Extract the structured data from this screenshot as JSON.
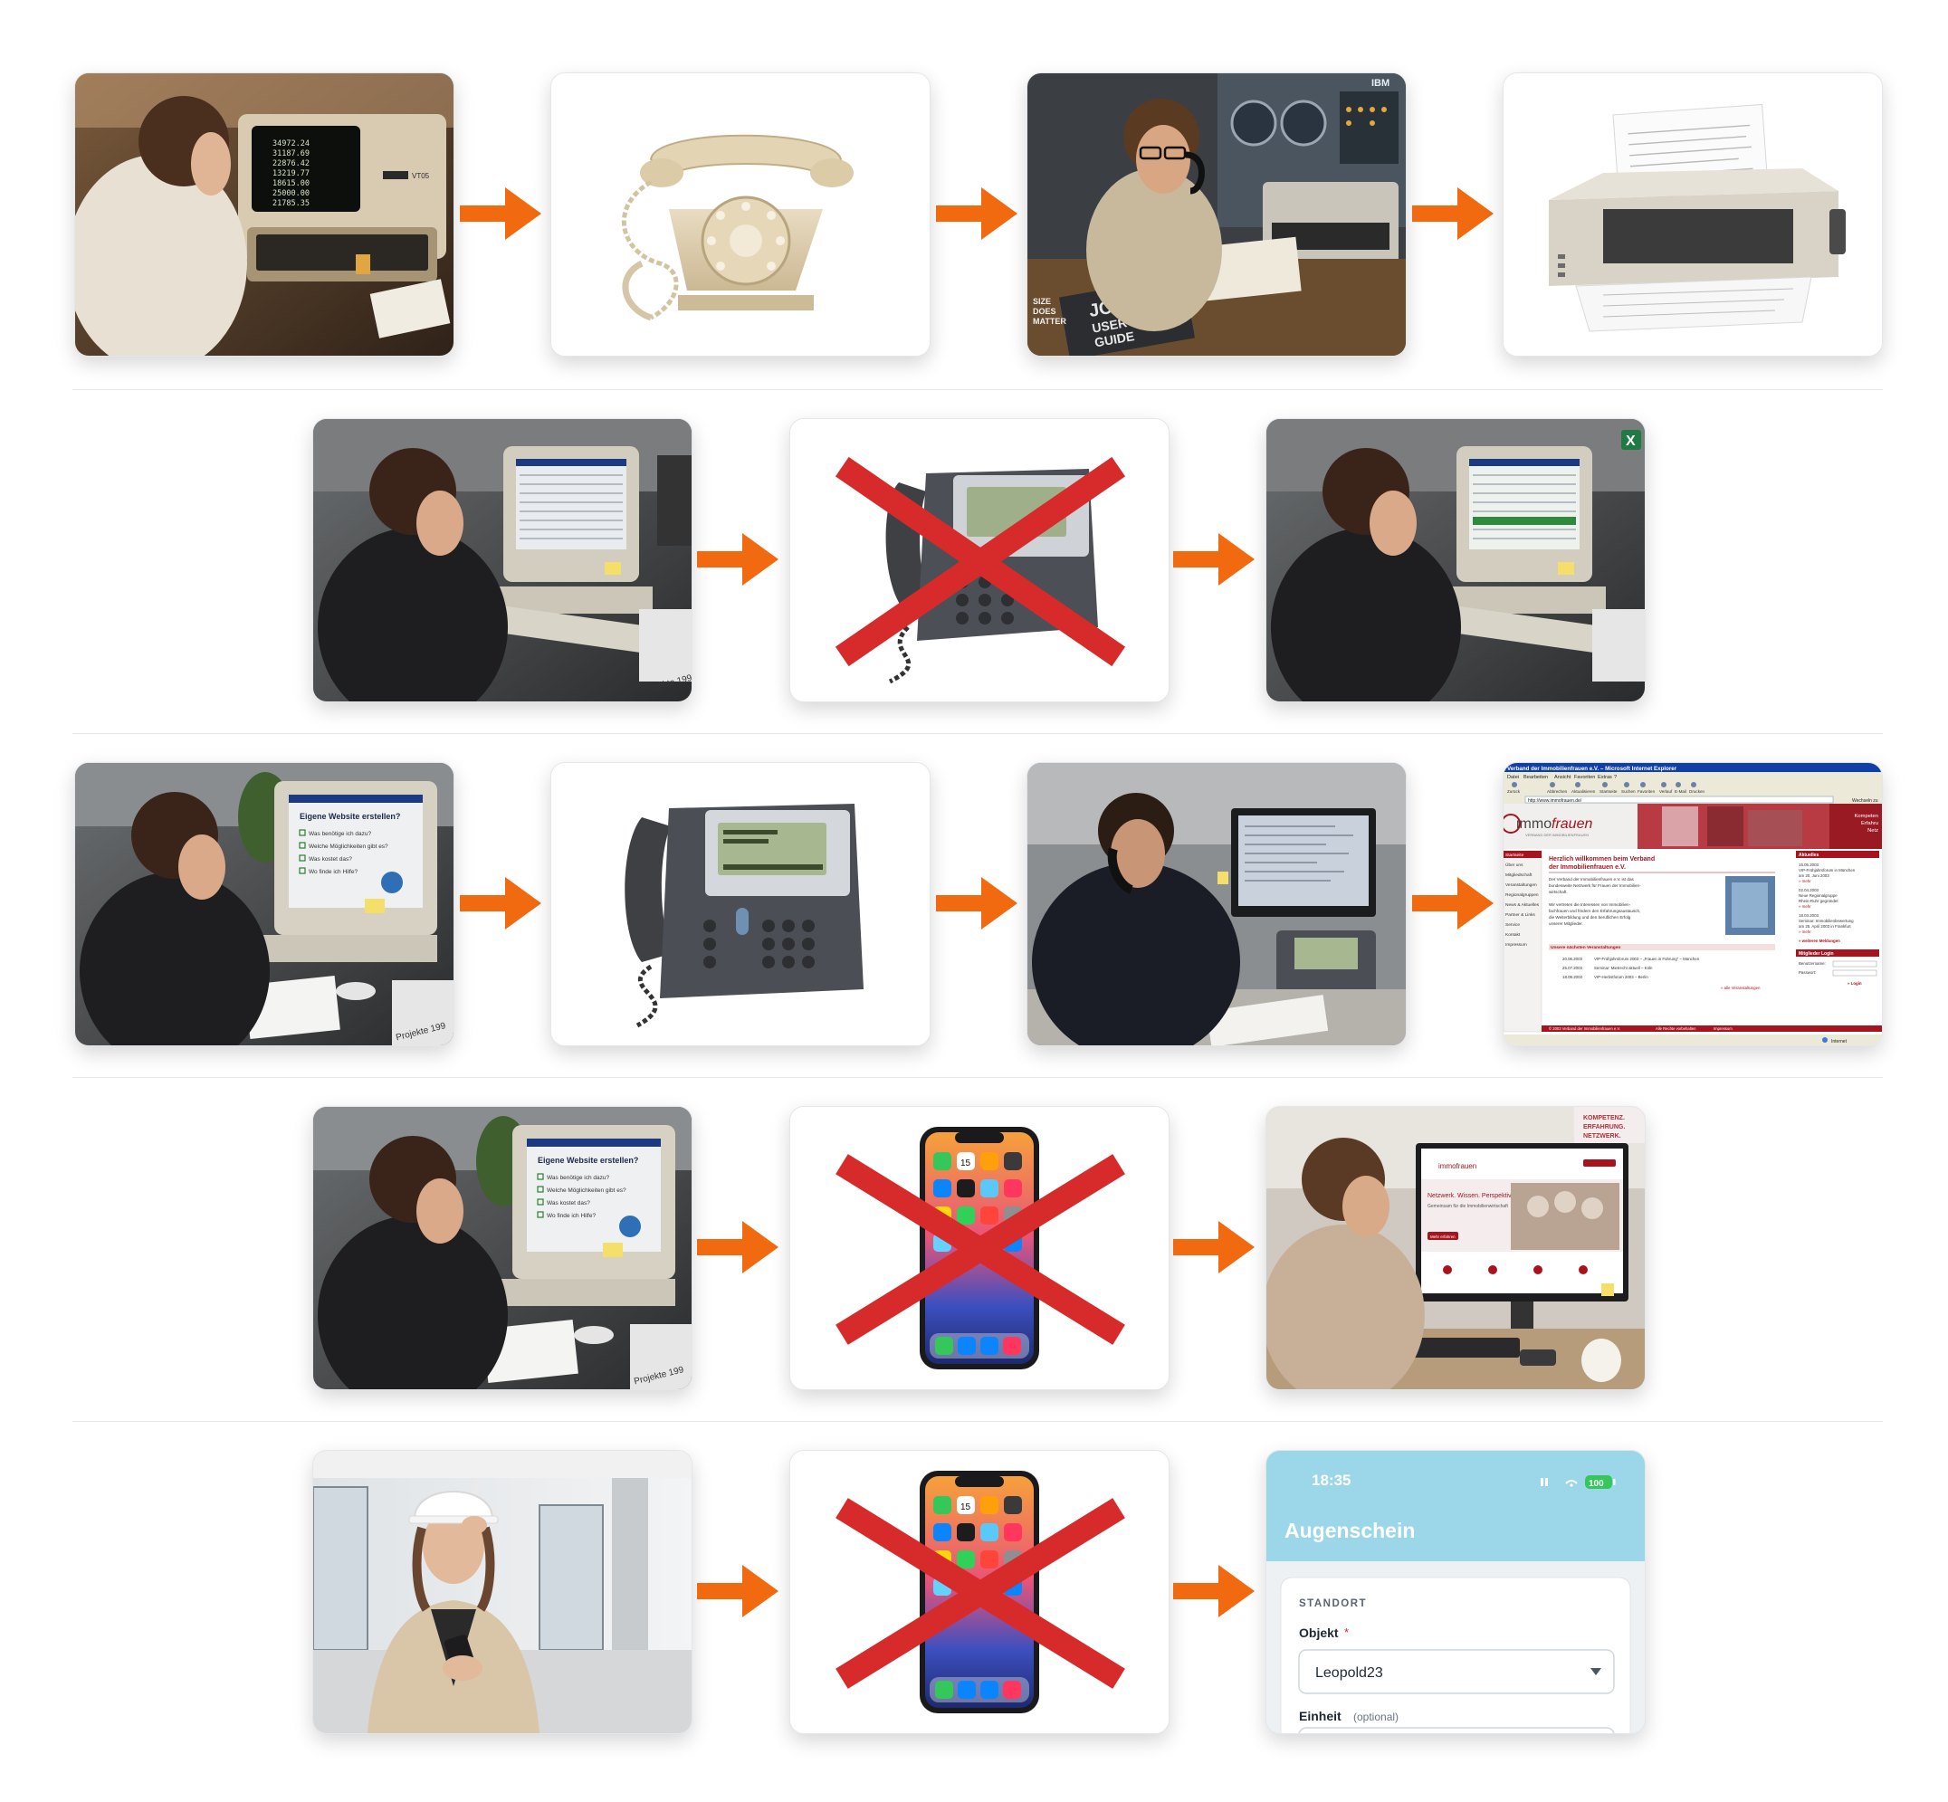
{
  "terminal": {
    "brand": "",
    "model": "VT05",
    "lines": [
      "34972.24",
      "31187.69",
      "22876.42",
      "13219.77",
      "18615.00",
      "25000.00",
      "21785.35"
    ]
  },
  "book": {
    "title_1": "JCL",
    "title_2": "USER'S",
    "title_3": "GUIDE",
    "slogan_1": "SIZE",
    "slogan_2": "DOES",
    "slogan_3": "MATTER",
    "mainframe_label": "IBM"
  },
  "excel_icon": "X",
  "crt_screen": {
    "title": "Eigene Website erstellen?",
    "items": [
      "Was benötige ich dazu?",
      "Welche Möglichkeiten gibt es?",
      "Was kostet das?",
      "Wo finde ich Hilfe?"
    ]
  },
  "binder_label": "Projekte 199",
  "browser": {
    "title": "Verband der Immobilienfrauen e.V. – Microsoft Internet Explorer",
    "menu": [
      "Datei",
      "Bearbeiten",
      "Ansicht",
      "Favoriten",
      "Extras",
      "?"
    ],
    "toolbar": [
      "Zurück",
      "Abbrechen",
      "Aktualisieren",
      "Startseite",
      "Suchen",
      "Favoriten",
      "Verlauf",
      "E-Mail",
      "Drucken"
    ],
    "address": "http://www.immofrauen.de/",
    "wechseln": "Wechseln zu",
    "logo_a": "immo",
    "logo_b": "frauen",
    "tagline": "VERBAND DER IMMOBILIENFRAUEN",
    "header_right": [
      "Kompeten",
      "Erfahru",
      "Netz"
    ],
    "nav": [
      "Startseite",
      "Über uns",
      "Mitgliedschaft",
      "Veranstaltungen",
      "Regionalgruppen",
      "News & Aktuelles",
      "Partner & Links",
      "Service",
      "Kontakt",
      "Impressum"
    ],
    "welcome_1": "Herzlich willkommen beim Verband",
    "welcome_2": "der Immobilienfrauen e.V.",
    "body": [
      "Der Verband der Immobilienfrauen e.V. ist das",
      "bundesweite Netzwerk für Frauen der Immobilien-",
      "wirtschaft.",
      "",
      "Wir vertreten die Interessen von Immobilien-",
      "fachfrauen und fördern den Erfahrungsaustausch,",
      "die Weiterbildung und den beruflichen Erfolg",
      "unserer Mitglieder."
    ],
    "events_title": "Unsere nächsten Veranstaltungen",
    "events": [
      {
        "date": "20.06.2003",
        "text": "VIP-Frühjahrsforum 2003 – „Frauen in Führung“ – München"
      },
      {
        "date": "25.07.2003",
        "text": "Seminar: Mietrecht aktuell – Köln"
      },
      {
        "date": "18.09.2003",
        "text": "VIP-Herbstforum 2003 – Berlin"
      }
    ],
    "all_events": "» alle Veranstaltungen",
    "aktuelles": "Aktuelles",
    "news": [
      {
        "date": "15.05.2003",
        "lines": [
          "VIP-Frühjahrsforum in München",
          "am 20. Juni 2003"
        ]
      },
      {
        "date": "02.04.2003",
        "lines": [
          "Neue Regionalgruppe",
          "Rhein-Ruhr gegründet"
        ]
      },
      {
        "date": "18.03.2003",
        "lines": [
          "Seminar: Immobilienbewertung",
          "am 25. April 2003 in Frankfurt"
        ]
      }
    ],
    "mehr": "» mehr",
    "weitere": "» weiteren Meldungen",
    "login_title": "Mitglieder Login",
    "login_user": "Benutzername:",
    "login_pass": "Passwort:",
    "login_btn": "» Login",
    "footer": [
      "© 2003 Verband der Immobilienfrauen e.V.",
      "Alle Rechte vorbehalten",
      "Impressum"
    ],
    "status": "Internet"
  },
  "modern_site": {
    "logo": "immofrauen",
    "headline": "Netzwerk. Wissen. Perspektiven.",
    "sub": "Gemeinsam für die Immobilienwirtschaft",
    "cta": "Mehr erfahren",
    "poster": [
      "KOMPETENZ.",
      "ERFAHRUNG.",
      "NETZWERK."
    ]
  },
  "phone_icons": {
    "calendar_day": "15"
  },
  "app": {
    "time": "18:35",
    "battery": "100",
    "title": "Augenschein",
    "section": "STANDORT",
    "field_label": "Objekt",
    "required": "*",
    "select_value": "Leopold23",
    "unit_label": "Einheit",
    "unit_optional": "(optional)"
  },
  "colors": {
    "arrow": "#f26a0f",
    "cross": "#d72b2b",
    "app_header": "#9bd7e8",
    "brand_red": "#a8141e"
  }
}
